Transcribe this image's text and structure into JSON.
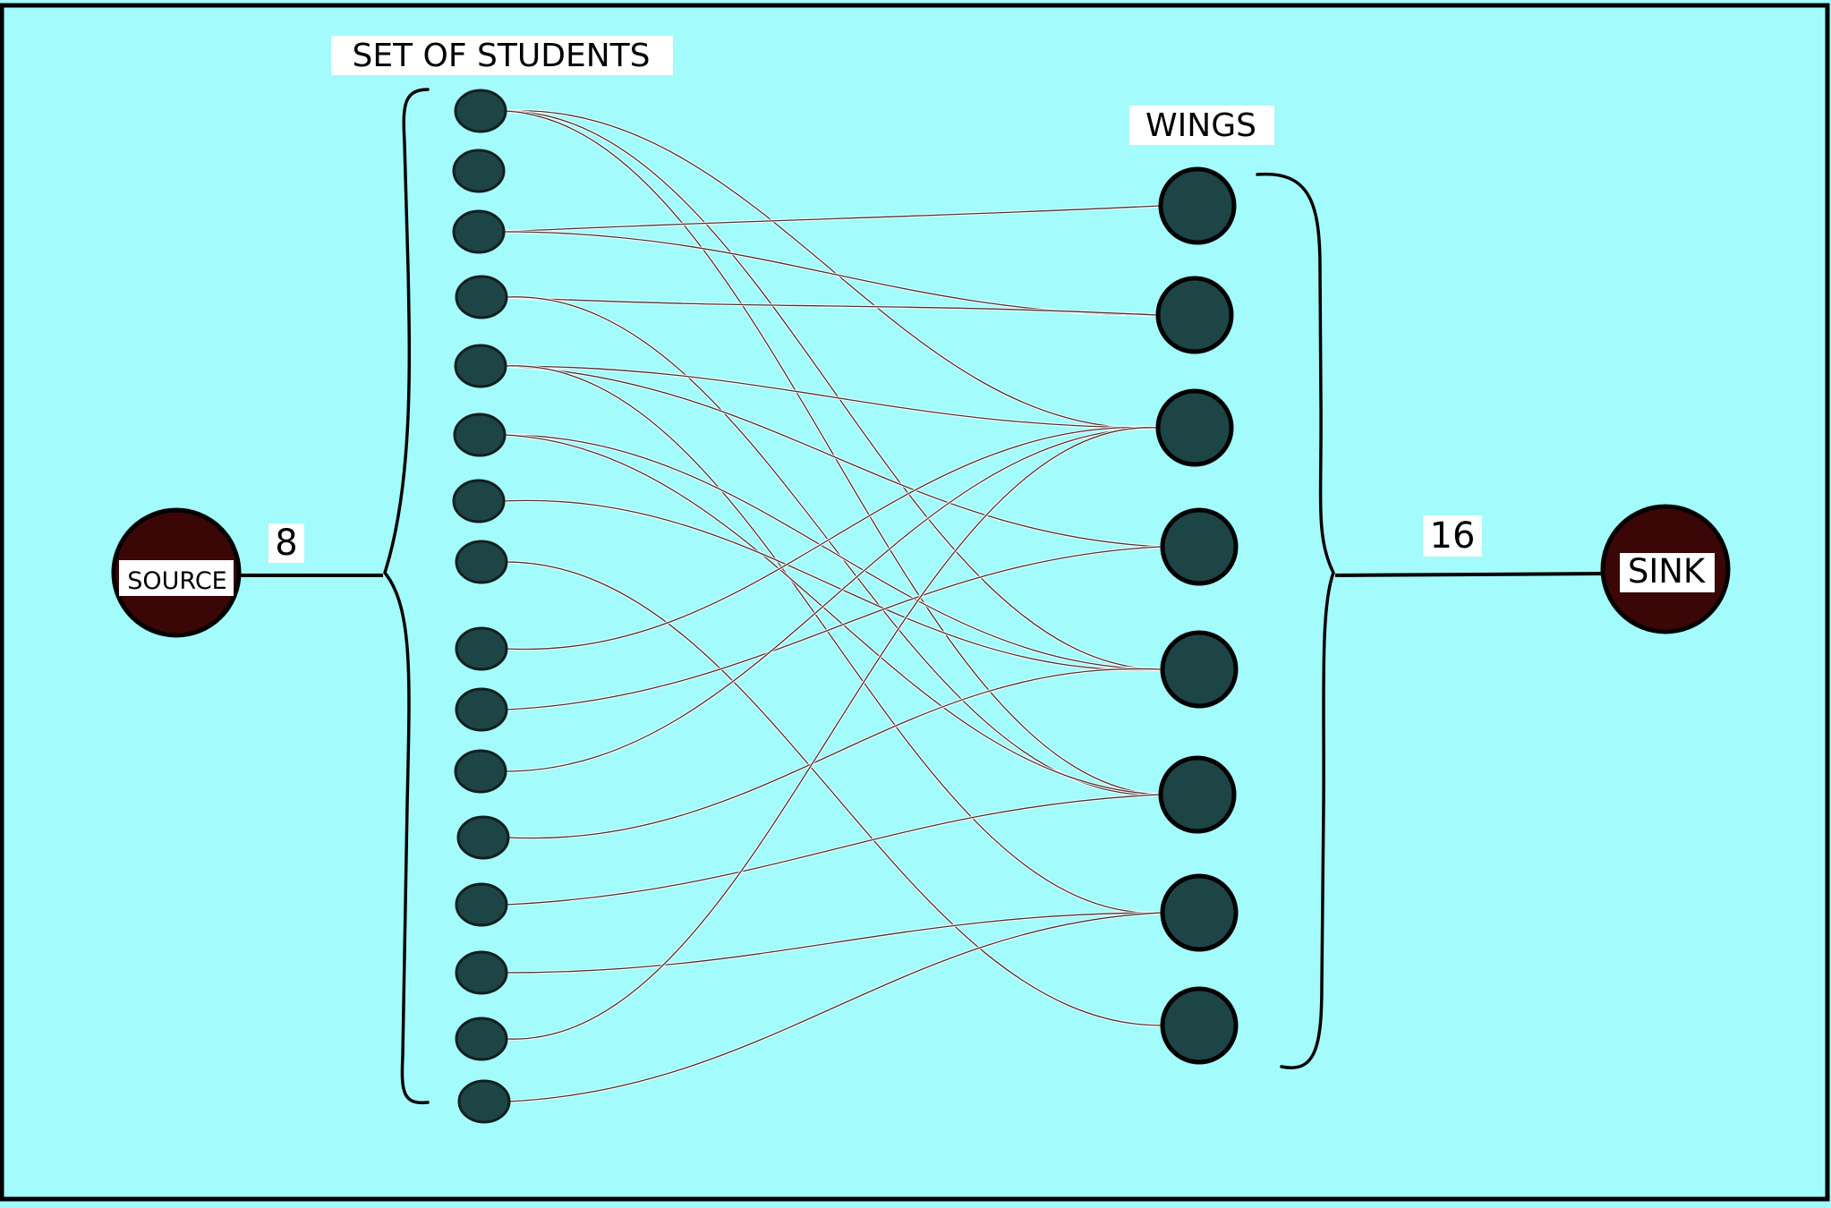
{
  "diagram": {
    "students_label": "SET OF STUDENTS",
    "wings_label": "WINGS",
    "source_label": "SOURCE",
    "sink_label": "SINK",
    "source_edge_capacity": "8",
    "sink_edge_capacity": "16",
    "student_count": 16,
    "wing_count": 8,
    "edges": [
      [
        0,
        2
      ],
      [
        0,
        4
      ],
      [
        0,
        5
      ],
      [
        2,
        0
      ],
      [
        2,
        1
      ],
      [
        3,
        1
      ],
      [
        3,
        5
      ],
      [
        4,
        2
      ],
      [
        4,
        3
      ],
      [
        4,
        6
      ],
      [
        5,
        4
      ],
      [
        5,
        5
      ],
      [
        6,
        4
      ],
      [
        7,
        7
      ],
      [
        8,
        2
      ],
      [
        9,
        3
      ],
      [
        10,
        2
      ],
      [
        11,
        4
      ],
      [
        12,
        5
      ],
      [
        13,
        6
      ],
      [
        14,
        2
      ],
      [
        15,
        6
      ]
    ]
  },
  "colors": {
    "background": "#a3fbfb",
    "node_fill": "#1d4545",
    "terminal_fill": "#3a0606",
    "edge": "#4a3333",
    "label_background": "#ffffff"
  }
}
